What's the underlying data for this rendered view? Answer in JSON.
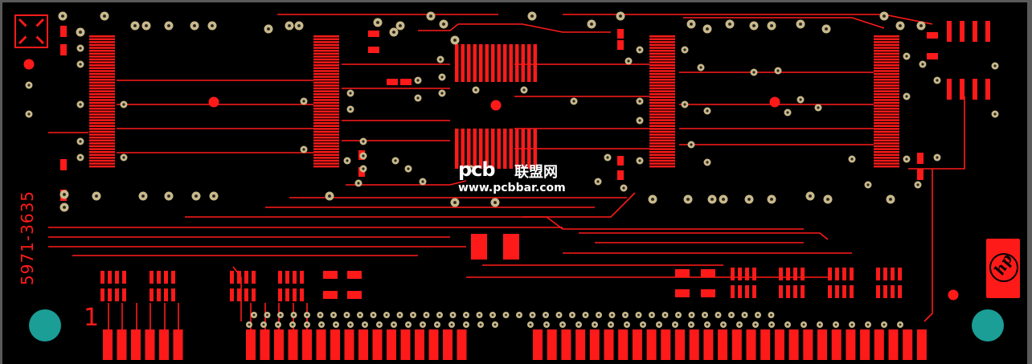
{
  "board": {
    "part_number": "5971-3635",
    "pin_one_marker": "1",
    "logo_brand": "hp",
    "colors": {
      "background": "#000000",
      "copper": "#ff1a1a",
      "via_ring": "#c8b88a",
      "tooling_hole": "#1a9e96",
      "board_edge": "#5a5a5a"
    }
  },
  "watermark": {
    "logo": "pcb",
    "chinese_name": "联盟网",
    "url": "www.pcbbar.com"
  }
}
